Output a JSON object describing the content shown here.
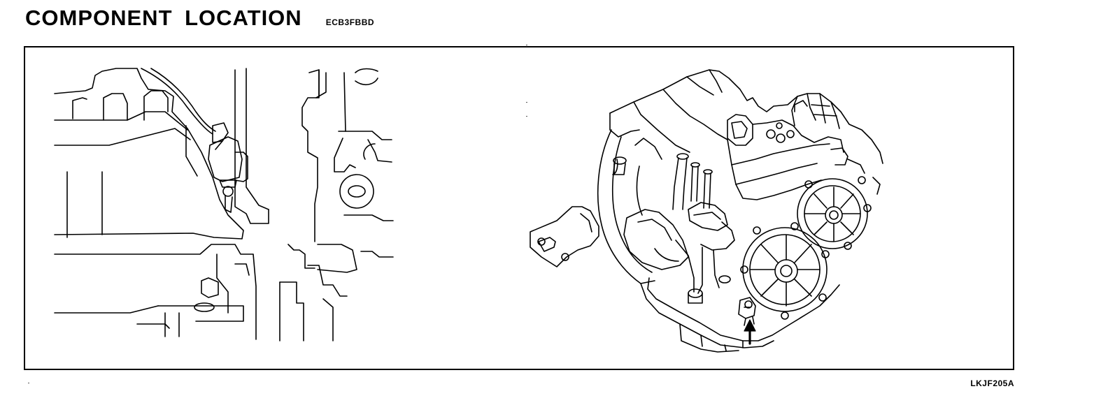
{
  "header": {
    "title": "COMPONENT LOCATION",
    "doc_code": "ECB3FBBD"
  },
  "figure": {
    "id": "LKJF205A"
  },
  "icons": {
    "left_view": "sensor-closeup-illustration",
    "right_view": "transaxle-illustration",
    "pointer": "up-arrow-icon"
  }
}
